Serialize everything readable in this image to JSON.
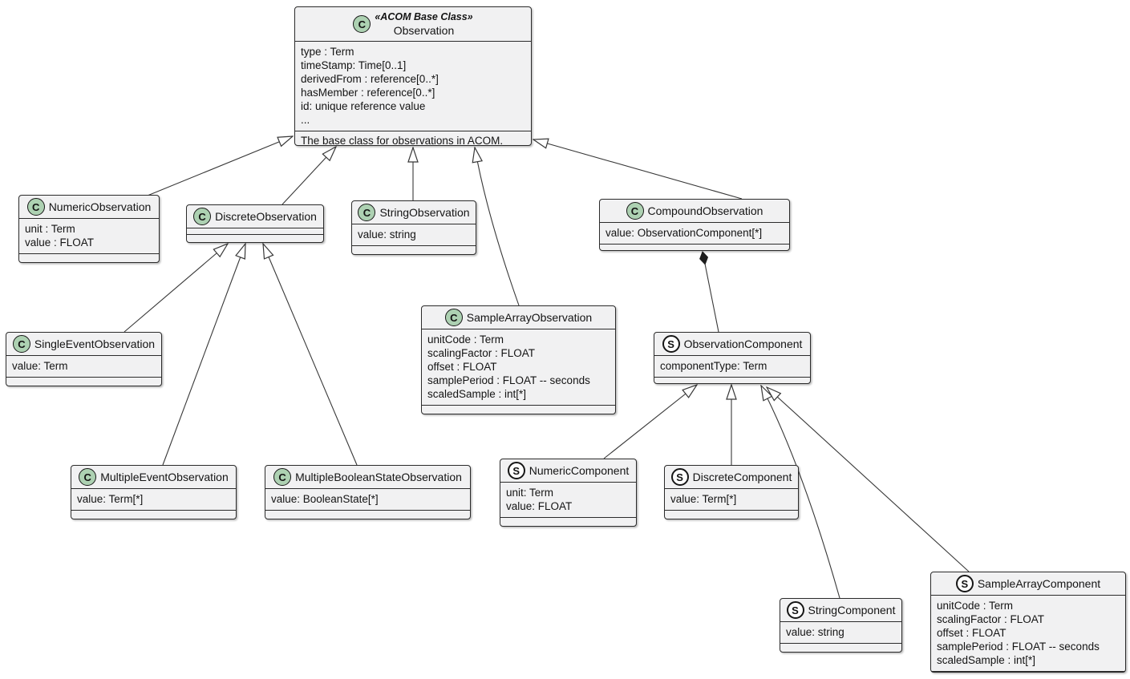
{
  "diagram": {
    "type": "uml-class-diagram",
    "classes": {
      "observation": {
        "icon": "C",
        "stereotype": "«ACOM Base Class»",
        "name": "Observation",
        "attributes": [
          "type : Term",
          "timeStamp: Time[0..1]",
          "derivedFrom : reference[0..*]",
          "hasMember : reference[0..*]",
          "id: unique reference value",
          "..."
        ],
        "note": "The base class for observations in ACOM."
      },
      "numericObservation": {
        "icon": "C",
        "name": "NumericObservation",
        "attributes": [
          "unit : Term",
          "value : FLOAT"
        ]
      },
      "discreteObservation": {
        "icon": "C",
        "name": "DiscreteObservation",
        "attributes": []
      },
      "stringObservation": {
        "icon": "C",
        "name": "StringObservation",
        "attributes": [
          "value: string"
        ]
      },
      "compoundObservation": {
        "icon": "C",
        "name": "CompoundObservation",
        "attributes": [
          "value: ObservationComponent[*]"
        ]
      },
      "sampleArrayObservation": {
        "icon": "C",
        "name": "SampleArrayObservation",
        "attributes": [
          "unitCode : Term",
          "scalingFactor : FLOAT",
          "offset : FLOAT",
          "samplePeriod : FLOAT -- seconds",
          "scaledSample : int[*]"
        ]
      },
      "singleEventObservation": {
        "icon": "C",
        "name": "SingleEventObservation",
        "attributes": [
          "value: Term"
        ]
      },
      "multipleEventObservation": {
        "icon": "C",
        "name": "MultipleEventObservation",
        "attributes": [
          "value: Term[*]"
        ]
      },
      "multipleBooleanStateObservation": {
        "icon": "C",
        "name": "MultipleBooleanStateObservation",
        "attributes": [
          "value: BooleanState[*]"
        ]
      },
      "observationComponent": {
        "icon": "S",
        "name": "ObservationComponent",
        "attributes": [
          "componentType: Term"
        ]
      },
      "numericComponent": {
        "icon": "S",
        "name": "NumericComponent",
        "attributes": [
          "unit: Term",
          "value: FLOAT"
        ]
      },
      "discreteComponent": {
        "icon": "S",
        "name": "DiscreteComponent",
        "attributes": [
          "value: Term[*]"
        ]
      },
      "stringComponent": {
        "icon": "S",
        "name": "StringComponent",
        "attributes": [
          "value: string"
        ]
      },
      "sampleArrayComponent": {
        "icon": "S",
        "name": "SampleArrayComponent",
        "attributes": [
          "unitCode : Term",
          "scalingFactor : FLOAT",
          "offset : FLOAT",
          "samplePeriod : FLOAT -- seconds",
          "scaledSample : int[*]"
        ]
      }
    },
    "relationships": [
      {
        "from": "NumericObservation",
        "to": "Observation",
        "type": "generalization"
      },
      {
        "from": "DiscreteObservation",
        "to": "Observation",
        "type": "generalization"
      },
      {
        "from": "StringObservation",
        "to": "Observation",
        "type": "generalization"
      },
      {
        "from": "SampleArrayObservation",
        "to": "Observation",
        "type": "generalization"
      },
      {
        "from": "CompoundObservation",
        "to": "Observation",
        "type": "generalization"
      },
      {
        "from": "SingleEventObservation",
        "to": "DiscreteObservation",
        "type": "generalization"
      },
      {
        "from": "MultipleEventObservation",
        "to": "DiscreteObservation",
        "type": "generalization"
      },
      {
        "from": "MultipleBooleanStateObservation",
        "to": "DiscreteObservation",
        "type": "generalization"
      },
      {
        "from": "NumericComponent",
        "to": "ObservationComponent",
        "type": "generalization"
      },
      {
        "from": "DiscreteComponent",
        "to": "ObservationComponent",
        "type": "generalization"
      },
      {
        "from": "StringComponent",
        "to": "ObservationComponent",
        "type": "generalization"
      },
      {
        "from": "SampleArrayComponent",
        "to": "ObservationComponent",
        "type": "generalization"
      },
      {
        "from": "ObservationComponent",
        "to": "CompoundObservation",
        "type": "composition"
      }
    ],
    "colors": {
      "background": "#FFFFFF",
      "class_fill": "#F1F1F2",
      "border": "#2B2B2B",
      "line": "#383838",
      "class_spot_fill": "#ADD1B2",
      "struct_spot_fill": "#FFFFFF"
    }
  }
}
